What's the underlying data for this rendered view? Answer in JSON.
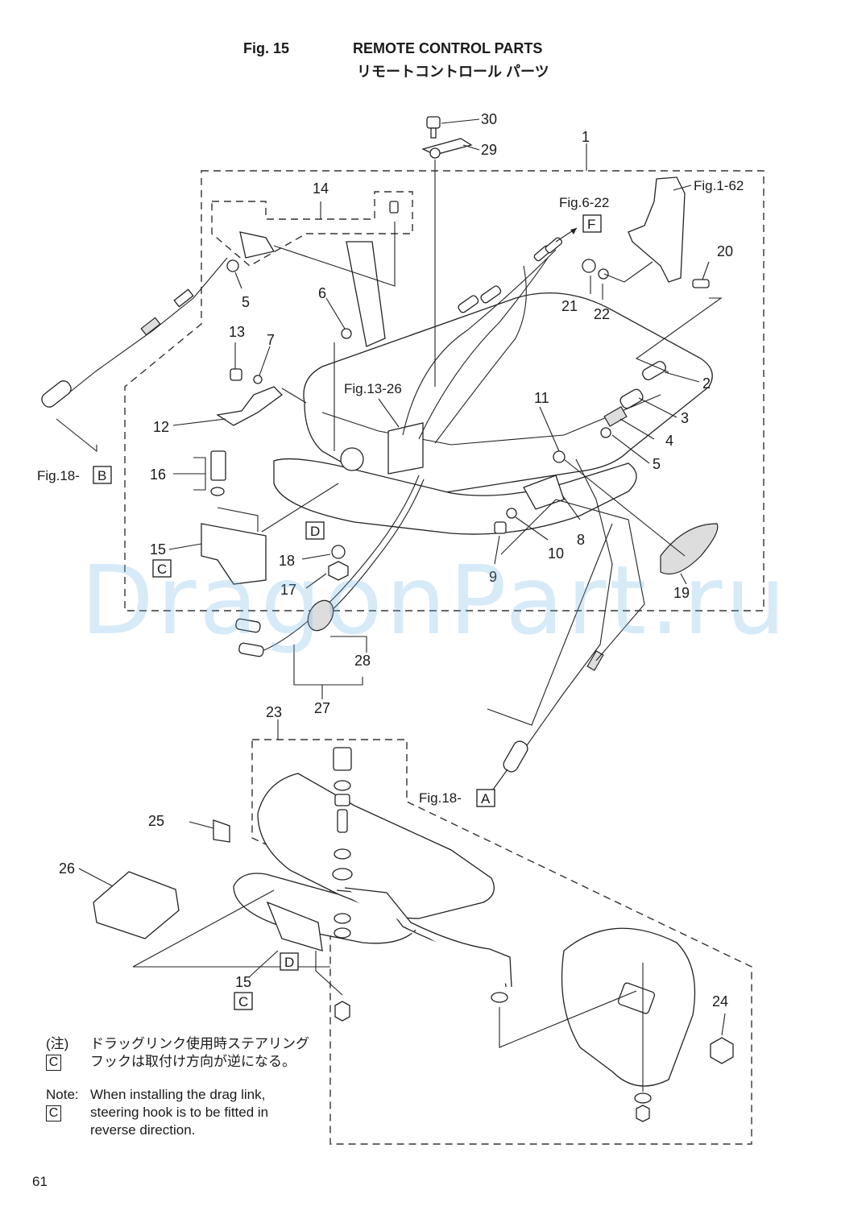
{
  "header": {
    "fig_label": "Fig. 15",
    "title_en": "REMOTE CONTROL PARTS",
    "title_jp": "リモートコントロール パーツ"
  },
  "callouts": {
    "p1": "1",
    "p2": "2",
    "p3": "3",
    "p4": "4",
    "p5a": "5",
    "p5b": "5",
    "p6": "6",
    "p7": "7",
    "p8": "8",
    "p9": "9",
    "p10": "10",
    "p11": "11",
    "p12": "12",
    "p13": "13",
    "p14": "14",
    "p15a": "15",
    "p15b": "15",
    "p16": "16",
    "p17": "17",
    "p18": "18",
    "p19": "19",
    "p20": "20",
    "p21": "21",
    "p22": "22",
    "p23": "23",
    "p24": "24",
    "p25": "25",
    "p26": "26",
    "p27": "27",
    "p28": "28",
    "p29": "29",
    "p30": "30"
  },
  "references": {
    "fig1_62": "Fig.1-62",
    "fig6_22": "Fig.6-22",
    "fig6_22_box": "F",
    "fig13_26": "Fig.13-26",
    "fig18_b": "Fig.18-",
    "fig18_b_box": "B",
    "fig18_a": "Fig.18-",
    "fig18_a_box": "A",
    "box_c1": "C",
    "box_c2": "C",
    "box_d1": "D",
    "box_d2": "D"
  },
  "watermark": "DragonPart.ru",
  "notes": {
    "jp_label": "(注)",
    "jp_box": "C",
    "jp_line1": "ドラッグリンク使用時ステアリング",
    "jp_line2": "フックは取付け方向が逆になる。",
    "en_label": "Note:",
    "en_box": "C",
    "en_line1": "When installing the drag link,",
    "en_line2": "steering hook is to be fitted in",
    "en_line3": "reverse direction."
  },
  "page_number": "61"
}
